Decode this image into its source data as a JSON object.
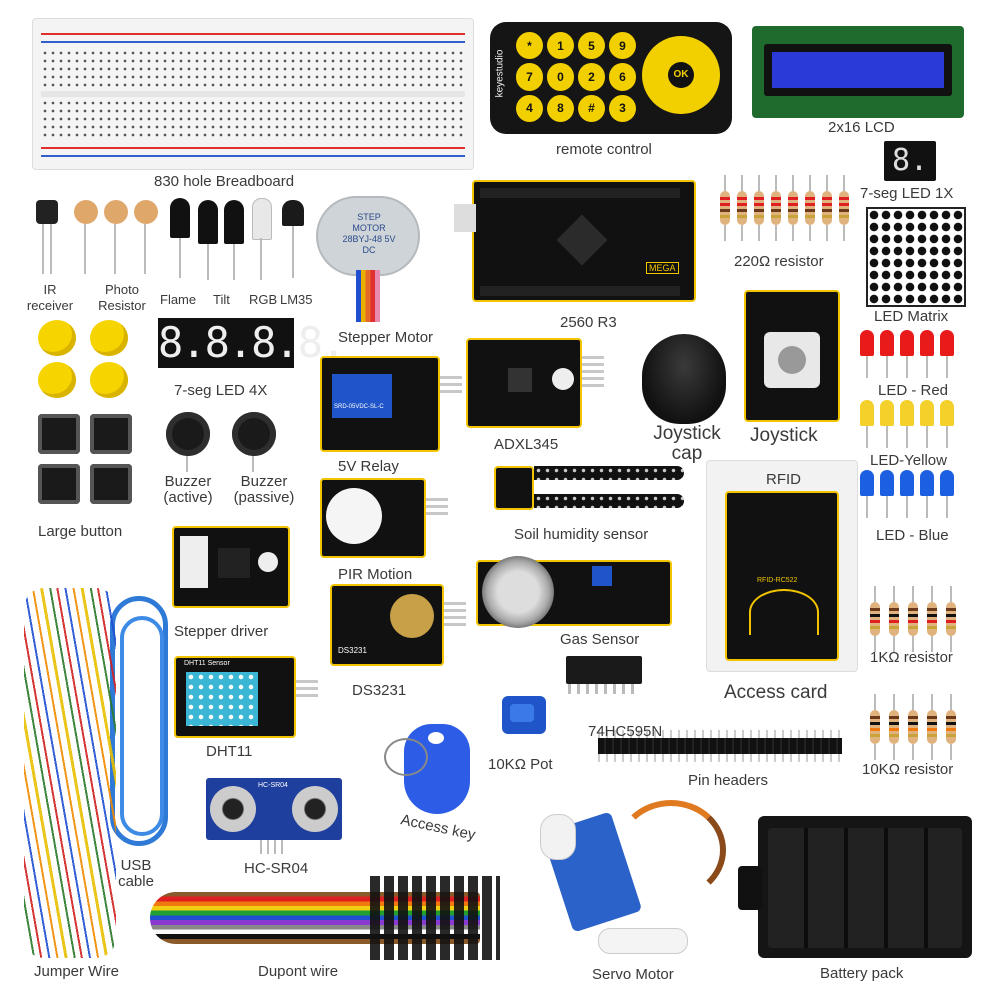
{
  "colors": {
    "pcb": "#111111",
    "pcb_border": "#f2c400",
    "led_red": "#e81a1a",
    "led_yellow": "#f4d02a",
    "led_blue": "#1c5fe0",
    "lcd": "#2a3ad8",
    "label": "#3a3a3a"
  },
  "labels": {
    "breadboard": "830 hole Breadboard",
    "remote": "remote control",
    "lcd": "2x16 LCD",
    "seg1x": "7-seg LED 1X",
    "res220": "220Ω resistor",
    "ir": "IR receiver",
    "photo": "Photo Resistor",
    "flame": "Flame",
    "tilt": "Tilt",
    "rgb": "RGB",
    "lm35": "LM35",
    "stepper_motor": "Stepper Motor",
    "mega": "2560 R3",
    "led_matrix": "LED Matrix",
    "seg4x": "7-seg LED 4X",
    "led_red": "LED - Red",
    "adxl": "ADXL345",
    "joy_cap": "Joystick cap",
    "joystick": "Joystick",
    "buzzer_active": "Buzzer (active)",
    "buzzer_passive": "Buzzer (passive)",
    "relay": "5V Relay",
    "led_yellow": "LED-Yellow",
    "rfid": "RFID",
    "large_button": "Large button",
    "soil": "Soil humidity sensor",
    "led_blue": "LED - Blue",
    "pir": "PIR  Motion",
    "stepper_driver": "Stepper driver",
    "gas": "Gas Sensor",
    "res1k": "1KΩ resistor",
    "ds3231": "DS3231",
    "access_card": "Access  card",
    "dht11": "DHT11",
    "ic595": "74HC595N",
    "pot": "10KΩ Pot",
    "pin_headers": "Pin headers",
    "res10k": "10KΩ resistor",
    "access_key": "Access key",
    "usb": "USB cable",
    "hcsr04": "HC-SR04",
    "jumper": "Jumper Wire",
    "dupont": "Dupont  wire",
    "servo": "Servo Motor",
    "battery": "Battery pack"
  },
  "printed": {
    "keyestudio": "keyestudio",
    "mega_badge": "MEGA",
    "seg4_text": "8.8.8.8.",
    "seg1_text": "8.",
    "stepper_text": "STEP MOTOR 28BYJ-48 5V DC",
    "relay_text": "SRD-05VDC-SL-C",
    "dht_text": "DHT11 Sensor",
    "hcsr_text": "HC-SR04",
    "rfid_text": "RFID-RC522",
    "ds_text": "DS3231",
    "remote_keys": [
      "*",
      "7",
      "4",
      "1",
      "0",
      "8",
      "5",
      "2",
      "#",
      "9",
      "6",
      "3"
    ],
    "remote_ok": "OK"
  }
}
